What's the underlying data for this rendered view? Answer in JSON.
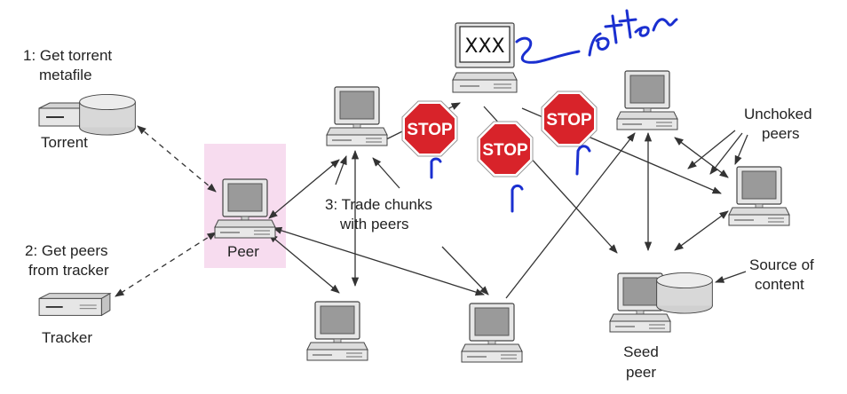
{
  "labels": {
    "step1_line1": "1: Get torrent",
    "step1_line2": "metafile",
    "torrent": "Torrent",
    "step2_line1": "2: Get peers",
    "step2_line2": "from tracker",
    "tracker": "Tracker",
    "peer": "Peer",
    "step3_line1": "3: Trade chunks",
    "step3_line2": "with peers",
    "unchoked_line1": "Unchoked",
    "unchoked_line2": "peers",
    "source_line1": "Source of",
    "source_line2": "content",
    "seed_line1": "Seed",
    "seed_line2": "peer",
    "monitor_text": "XXX"
  },
  "stop_signs": [
    "STOP",
    "STOP",
    "STOP"
  ],
  "annotation": {
    "handwritten_text": "rotten",
    "ink_color": "#1a2fd0"
  },
  "colors": {
    "peer_highlight": "#f7dcef",
    "stop_red": "#d8232a",
    "line": "#333333"
  }
}
